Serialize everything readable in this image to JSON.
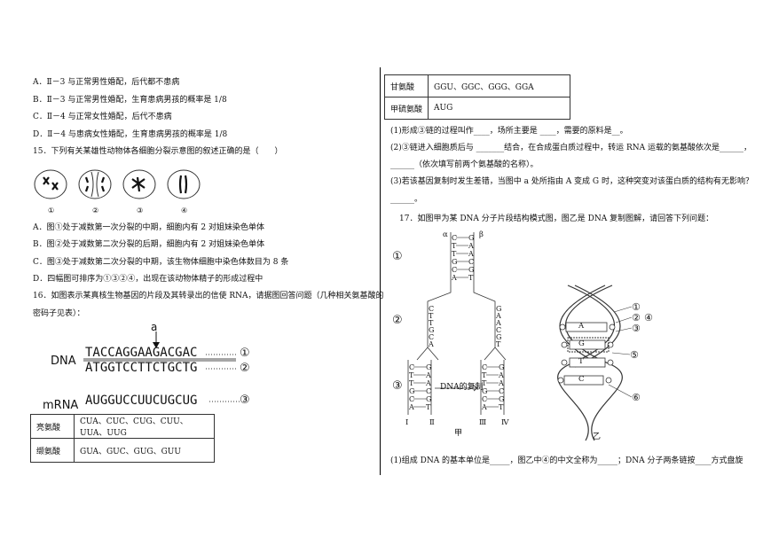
{
  "left": {
    "opts14": [
      "A．Ⅱ－3 与正常男性婚配，后代都不患病",
      "B．Ⅱ－3 与正常男性婚配，生育患病男孩的概率是 1/8",
      "C．Ⅱ－4 与正常女性婚配，后代不患病",
      "D．Ⅱ－4 与患病女性婚配，生育患病男孩的概率是 1/8"
    ],
    "q15": "15．下列有关某雄性动物体各细胞分裂示意图的叙述正确的是（　　）",
    "cell_labels": [
      "①",
      "②",
      "③",
      "④"
    ],
    "opts15": [
      "A．图①处于减数第一次分裂的中期，细胞内有 2 对姐妹染色单体",
      "B．图②处于减数第二次分裂的后期，细胞内有 2 对姐妹染色单体",
      "C．图③处于减数第二次分裂的中期，该生物体细胞中染色体数目为 8 条",
      "D．四幅图可排序为①③②④，出现在该动物体精子的形成过程中"
    ],
    "q16_line1": "16．如图表示某真核生物基因的片段及其转录出的信使 RNA，请据图回答问题（几种相关氨基酸的",
    "q16_line2": "密码子见表）：",
    "fig16": {
      "arrow_label": "a",
      "dna_label": "DNA",
      "strand1": "TACCAGGAAGACGAC",
      "strand2": "ATGGTCCTTCTGCTG",
      "mrna_label": "mRNA",
      "mrna": "AUGGUCCUUCUGCUG",
      "mark1": "①",
      "mark2": "②",
      "mark3": "③"
    },
    "table_left": [
      {
        "aa": "亮氨酸",
        "codons": "CUA、CUC、CUG、CUU、UUA、UUG"
      },
      {
        "aa": "缬氨酸",
        "codons": "GUA、GUC、GUG、GUU"
      }
    ]
  },
  "right": {
    "table_right": [
      {
        "aa": "甘氨酸",
        "codons": "GGU、GGC、GGG、GGA"
      },
      {
        "aa": "甲硫氨酸",
        "codons": "AUG"
      }
    ],
    "q16_sub1": "(1)形成③链的过程叫作____，场所主要是 ____，需要的原料是__。",
    "q16_sub2a": "(2)③链进入细胞质后与 _______结合，在合成蛋白质过程中，转运 RNA 运载的氨基酸依次是______，",
    "q16_sub2b": "______（依次填写前两个氨基酸的名称）。",
    "q16_sub3a": "(3)若该基因复制时发生差错，当图中 a 处所指由 A 变成 G 时，这种突变对该蛋白质的结构有无影响？",
    "q16_sub3b": "______。",
    "q17": "17．如图甲为某 DNA 分子片段结构模式图，图乙是 DNA 复制图解，请回答下列问题：",
    "fig17": {
      "alpha": "α",
      "beta": "β",
      "top_left": [
        "C",
        "T",
        "T",
        "G",
        "C",
        "A"
      ],
      "top_right": [
        "G",
        "A",
        "A",
        "C",
        "G",
        "T"
      ],
      "mark1": "①",
      "mark2": "②",
      "mark3": "③",
      "mid_left": [
        "C",
        "T",
        "T",
        "G",
        "C",
        "A"
      ],
      "mid_right": [
        "G",
        "A",
        "A",
        "C",
        "G",
        "T"
      ],
      "replication_label": "DNA的复制",
      "roman": [
        "Ⅰ",
        "Ⅱ",
        "Ⅲ",
        "Ⅳ"
      ],
      "jia": "甲",
      "yi": "乙",
      "yi_marks": [
        "①",
        "②",
        "③",
        "④",
        "⑤",
        "⑥"
      ],
      "yi_bases": [
        "A",
        "G",
        "T",
        "C"
      ]
    },
    "q17_sub1": "(1)组成 DNA 的基本单位是_____，图乙中④的中文全称为_____；DNA 分子两条链按____方式盘旋"
  }
}
